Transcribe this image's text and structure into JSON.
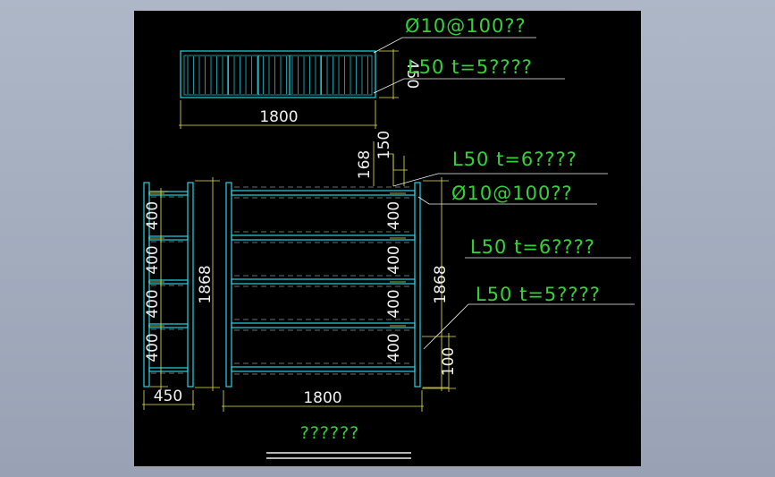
{
  "notes": {
    "rebar_top": "Ø10@100??",
    "angle_top": "L50  t=5????",
    "angle_front_1": "L50  t=6????",
    "rebar_front": "Ø10@100??",
    "angle_front_2": "L50  t=6????",
    "angle_front_3": "L50  t=5????"
  },
  "dimensions": {
    "top_width": "1800",
    "top_depth": "450",
    "gap_168": "168",
    "gap_150": "150",
    "side_height": "1868",
    "front_height": "1868",
    "side_width": "450",
    "front_width": "1800",
    "shelf_spacing": "400",
    "bottom_clearance": "100"
  },
  "title": "??????",
  "colors": {
    "background": "#000000",
    "frame": "#25d6e6",
    "notes": "#35d13a",
    "dimension_lines": "#e6e64a",
    "dimension_text": "#f0f0f0",
    "desktop": "#a8b1c1"
  }
}
